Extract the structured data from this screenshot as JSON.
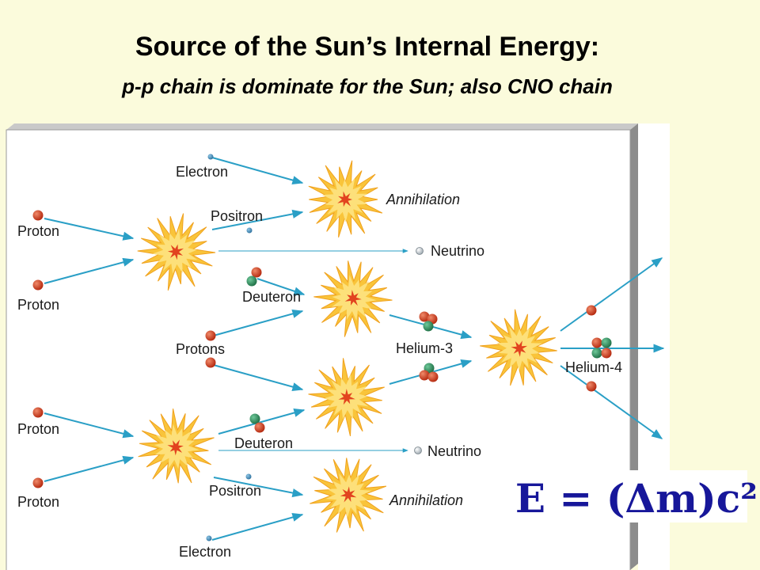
{
  "slide": {
    "title": "Source of the Sun’s Internal Energy:",
    "subtitle": "p-p chain is dominate for the Sun; also CNO chain"
  },
  "diagram": {
    "labels": {
      "electron_top": "Electron",
      "annihilation_top": "Annihilation",
      "positron_top": "Positron",
      "proton_1": "Proton",
      "neutrino_top": "Neutrino",
      "proton_2": "Proton",
      "deuteron_top": "Deuteron",
      "protons": "Protons",
      "helium3": "Helium-3",
      "helium4": "Helium-4",
      "proton_3": "Proton",
      "deuteron_bottom": "Deuteron",
      "neutrino_bottom": "Neutrino",
      "proton_4": "Proton",
      "positron_bottom": "Positron",
      "annihilation_bottom": "Annihilation",
      "electron_bottom": "Electron"
    },
    "equation": "E = (Δm)c²"
  },
  "colors": {
    "background": "#fbfbdc",
    "panel": "#ffffff",
    "panel_edge": "#8c8c8c",
    "arrow": "#2a9fc6",
    "proton": "#cc3a1a",
    "neutron": "#2e8c5a",
    "burst_outer": "#f9c43a",
    "burst_inner": "#e2431f",
    "equation": "#17179a"
  }
}
